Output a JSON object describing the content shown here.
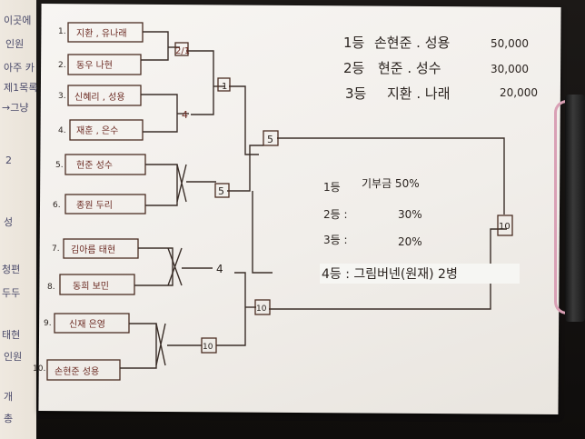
{
  "prize_list": [
    {
      "rank": "1등",
      "names": "손현준 . 성용",
      "amount": "50,000"
    },
    {
      "rank": "2등",
      "names": "현준 . 성수",
      "amount": "30,000"
    },
    {
      "rank": "3등",
      "names": "지환 . 나래",
      "amount": "20,000"
    }
  ],
  "teams": [
    {
      "seed": "1.",
      "names": "지환 , 유나래"
    },
    {
      "seed": "2.",
      "names": "동우 나현"
    },
    {
      "seed": "3.",
      "names": "신혜리 , 성용"
    },
    {
      "seed": "4.",
      "names": "재훈 , 은수"
    },
    {
      "seed": "5.",
      "names": "현준 성수"
    },
    {
      "seed": "6.",
      "names": "종원 두리"
    },
    {
      "seed": "7.",
      "names": "김아름 태현"
    },
    {
      "seed": "8.",
      "names": "동희 보민"
    },
    {
      "seed": "9.",
      "names": "신재 은영"
    },
    {
      "seed": "10.",
      "names": "손현준 성용"
    }
  ],
  "round_labels": [
    "2/1",
    "1",
    "4",
    "5",
    "5",
    "4",
    "10",
    "10",
    "10"
  ],
  "split_list": [
    {
      "rank": "1등",
      "share": "기부금 50%"
    },
    {
      "rank": "2등 :",
      "share": "30%"
    },
    {
      "rank": "3등 :",
      "share": "20%"
    }
  ],
  "fourth_note": "4등 : 그림버넨(원재) 2병",
  "back_sheet_lines": [
    "이곳에",
    "인원",
    "아주 카",
    "제1목록",
    "→그냥",
    "2",
    "성",
    "청편",
    "두두",
    "태현",
    "인원",
    "개",
    "총"
  ]
}
